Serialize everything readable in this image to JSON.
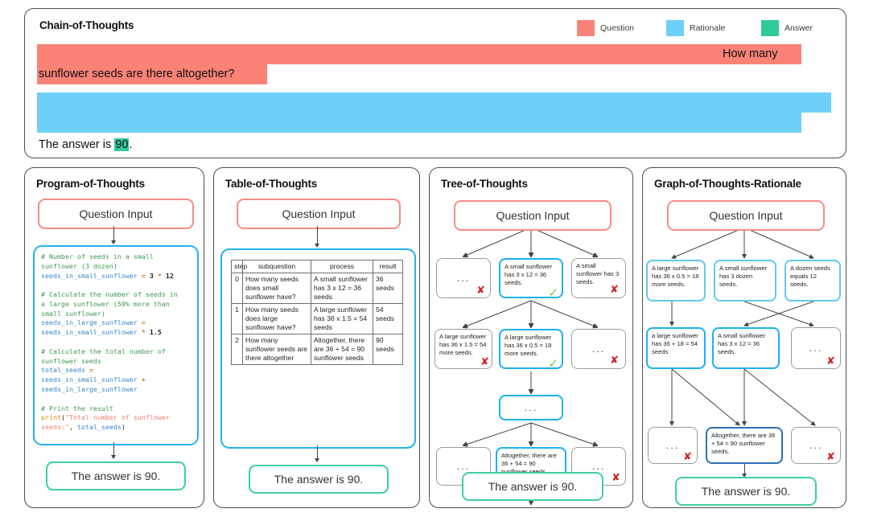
{
  "legend": [
    {
      "label": "Question",
      "color": "#fa8277"
    },
    {
      "label": "Rationale",
      "color": "#6ed0f8"
    },
    {
      "label": "Answer",
      "color": "#31c89a"
    }
  ],
  "cot": {
    "title": "Chain-of-Thoughts",
    "question_line1": "How many",
    "question_line2": "sunflower seeds are there altogether?",
    "answer_prefix": "The answer is ",
    "answer_value": "90",
    "answer_suffix": "."
  },
  "pot": {
    "title": "Program-of-Thoughts",
    "question_input": "Question Input",
    "answer": "The answer is 90.",
    "code": [
      {
        "t": "com",
        "s": "# Number of seeds in a small\nsunflower (3 dozen)\n"
      },
      {
        "t": "var",
        "s": "seeds_in_small_sunflower "
      },
      {
        "t": "op",
        "s": "= "
      },
      {
        "t": "num",
        "s": "3 "
      },
      {
        "t": "op",
        "s": "* "
      },
      {
        "t": "num",
        "s": "12"
      },
      {
        "t": "plain",
        "s": "\n\n"
      },
      {
        "t": "com",
        "s": "# Calculate the number of seeds in\na large sunflower (50% more than\nsmall sunflower)\n"
      },
      {
        "t": "var",
        "s": "seeds_in_large_sunflower "
      },
      {
        "t": "op",
        "s": "=\n"
      },
      {
        "t": "var",
        "s": "seeds_in_small_sunflower "
      },
      {
        "t": "op",
        "s": "* "
      },
      {
        "t": "num",
        "s": "1.5"
      },
      {
        "t": "plain",
        "s": "\n\n"
      },
      {
        "t": "com",
        "s": "# Calculate the total number of\nsunflower seeds\n"
      },
      {
        "t": "var",
        "s": "total_seeds "
      },
      {
        "t": "op",
        "s": "=\n"
      },
      {
        "t": "var",
        "s": "seeds_in_small_sunflower "
      },
      {
        "t": "op",
        "s": "+\n"
      },
      {
        "t": "var",
        "s": "seeds_in_large_sunflower"
      },
      {
        "t": "plain",
        "s": "\n\n"
      },
      {
        "t": "com",
        "s": "# Print the result\n"
      },
      {
        "t": "fn",
        "s": "print"
      },
      {
        "t": "plain",
        "s": "("
      },
      {
        "t": "str",
        "s": "\"Total number of sunflower\nseeds:\""
      },
      {
        "t": "plain",
        "s": ", "
      },
      {
        "t": "var",
        "s": "total_seeds"
      },
      {
        "t": "plain",
        "s": ")"
      }
    ]
  },
  "tot_table": {
    "title": "Table-of-Thoughts",
    "question_input": "Question Input",
    "answer": "The answer is 90.",
    "headers": [
      "step",
      "subquestion",
      "process",
      "result"
    ],
    "rows": [
      [
        "0",
        "How many seeds does small sunflower have?",
        "A small sunflower has 3 x 12 = 36 seeds",
        "36 seeds"
      ],
      [
        "1",
        "How many seeds does large sunflower have?",
        "A large sunflower has 36 x 1.5 = 54 seeds",
        "54 seeds"
      ],
      [
        "2",
        "How many sunflower seeds are there altogether",
        "Altogether, there are 36 + 54 = 90 sunflower seeds",
        "90 seeds"
      ]
    ]
  },
  "tot_tree": {
    "title": "Tree-of-Thoughts",
    "question_input": "Question Input",
    "answer": "The answer is 90.",
    "nodes": [
      {
        "id": "t1",
        "text": "...",
        "style": "grey",
        "mark": "x"
      },
      {
        "id": "t2",
        "text": "A small sunflower has 3 x 12 = 36 seeds.",
        "style": "blue",
        "mark": "v"
      },
      {
        "id": "t3",
        "text": "A small sunflower has 3 seeds.",
        "style": "grey",
        "mark": "x"
      },
      {
        "id": "t4",
        "text": "A large sunflower has 36 x 1.5 = 54 more seeds.",
        "style": "grey",
        "mark": "x"
      },
      {
        "id": "t5",
        "text": "A large sunflower has 36 x 0.5 = 18 more seeds.",
        "style": "blue",
        "mark": "v"
      },
      {
        "id": "t6",
        "text": "...",
        "style": "grey",
        "mark": "x"
      },
      {
        "id": "t7",
        "text": "...",
        "style": "blue",
        "mark": ""
      },
      {
        "id": "t8",
        "text": "...",
        "style": "grey",
        "mark": "x"
      },
      {
        "id": "t9",
        "text": "Altogether, there are 36 + 54 = 90 sunflower seeds",
        "style": "blue",
        "mark": "v"
      },
      {
        "id": "t10",
        "text": "...",
        "style": "grey",
        "mark": "x"
      }
    ]
  },
  "got": {
    "title": "Graph-of-Thoughts-Rationale",
    "question_input": "Question Input",
    "answer": "The answer is 90.",
    "nodes": [
      {
        "id": "g1",
        "text": "A large sunflower has 36 x 0.5 = 18 more seeds.",
        "style": "lblue",
        "mark": ""
      },
      {
        "id": "g2",
        "text": "A small sunflower has 3 dozen seeds.",
        "style": "lblue",
        "mark": ""
      },
      {
        "id": "g3",
        "text": "A dozen seeds equals 12 seeds.",
        "style": "lblue",
        "mark": ""
      },
      {
        "id": "g4",
        "text": "a large sunflower has 36 + 18 = 54 seeds",
        "style": "blue",
        "mark": ""
      },
      {
        "id": "g5",
        "text": "A small sunflower has 3 x 12 = 36 seeds.",
        "style": "blue",
        "mark": ""
      },
      {
        "id": "g6",
        "text": "...",
        "style": "grey",
        "mark": "x"
      },
      {
        "id": "g7",
        "text": "...",
        "style": "grey",
        "mark": "x"
      },
      {
        "id": "g8",
        "text": "Altogether, there are 36 + 54 = 90 sunflower seeds.",
        "style": "dblue",
        "mark": ""
      },
      {
        "id": "g9",
        "text": "...",
        "style": "grey",
        "mark": "x"
      }
    ]
  }
}
